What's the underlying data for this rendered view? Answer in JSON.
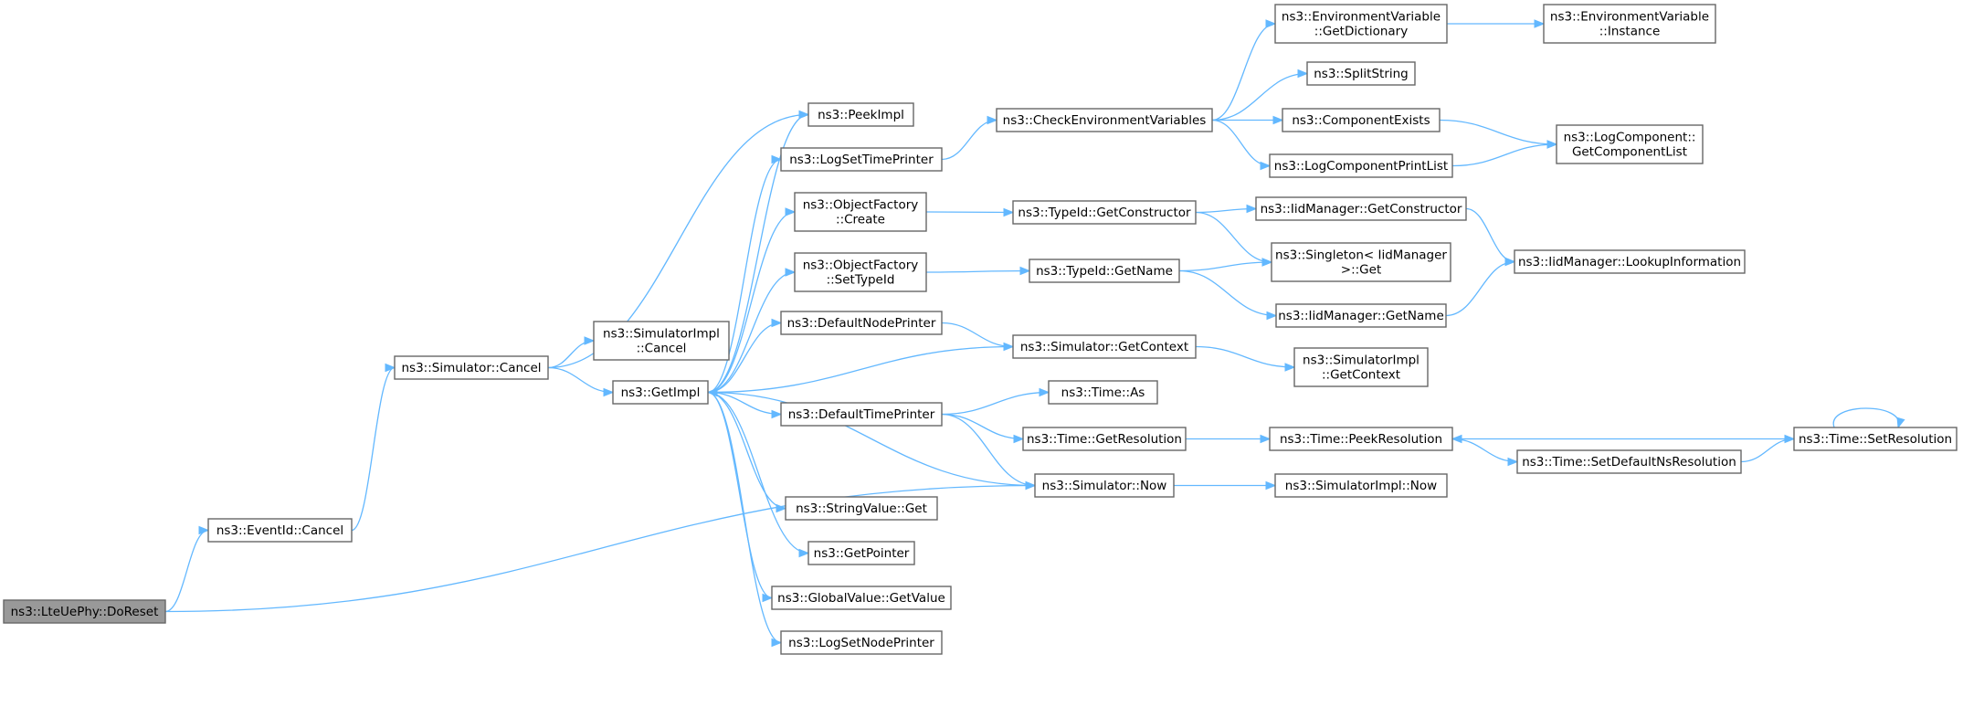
{
  "graph": {
    "nodes": [
      {
        "id": "doreset",
        "lines": [
          "ns3::LteUePhy::DoReset"
        ],
        "root": true
      },
      {
        "id": "eventid_cancel",
        "lines": [
          "ns3::EventId::Cancel"
        ]
      },
      {
        "id": "sim_cancel",
        "lines": [
          "ns3::Simulator::Cancel"
        ]
      },
      {
        "id": "simimpl_cancel",
        "lines": [
          "ns3::SimulatorImpl",
          "::Cancel"
        ]
      },
      {
        "id": "getimpl",
        "lines": [
          "ns3::GetImpl"
        ]
      },
      {
        "id": "peekimpl",
        "lines": [
          "ns3::PeekImpl"
        ]
      },
      {
        "id": "logsettimeprinter",
        "lines": [
          "ns3::LogSetTimePrinter"
        ]
      },
      {
        "id": "objfactory_create",
        "lines": [
          "ns3::ObjectFactory",
          "::Create"
        ]
      },
      {
        "id": "objfactory_settypeid",
        "lines": [
          "ns3::ObjectFactory",
          "::SetTypeId"
        ]
      },
      {
        "id": "defaultnodeprinter",
        "lines": [
          "ns3::DefaultNodePrinter"
        ]
      },
      {
        "id": "defaulttimeprinter",
        "lines": [
          "ns3::DefaultTimePrinter"
        ]
      },
      {
        "id": "stringvalue_get",
        "lines": [
          "ns3::StringValue::Get"
        ]
      },
      {
        "id": "getpointer",
        "lines": [
          "ns3::GetPointer"
        ]
      },
      {
        "id": "globalvalue_getvalue",
        "lines": [
          "ns3::GlobalValue::GetValue"
        ]
      },
      {
        "id": "logsetnodeprinter",
        "lines": [
          "ns3::LogSetNodePrinter"
        ]
      },
      {
        "id": "checkenv",
        "lines": [
          "ns3::CheckEnvironmentVariables"
        ]
      },
      {
        "id": "typeid_getconstructor",
        "lines": [
          "ns3::TypeId::GetConstructor"
        ]
      },
      {
        "id": "typeid_getname",
        "lines": [
          "ns3::TypeId::GetName"
        ]
      },
      {
        "id": "sim_getcontext",
        "lines": [
          "ns3::Simulator::GetContext"
        ]
      },
      {
        "id": "time_as",
        "lines": [
          "ns3::Time::As"
        ]
      },
      {
        "id": "time_getresolution",
        "lines": [
          "ns3::Time::GetResolution"
        ]
      },
      {
        "id": "sim_now",
        "lines": [
          "ns3::Simulator::Now"
        ]
      },
      {
        "id": "envvar_getdictionary",
        "lines": [
          "ns3::EnvironmentVariable",
          "::GetDictionary"
        ]
      },
      {
        "id": "splitstring",
        "lines": [
          "ns3::SplitString"
        ]
      },
      {
        "id": "componentexists",
        "lines": [
          "ns3::ComponentExists"
        ]
      },
      {
        "id": "logcomponentprintlist",
        "lines": [
          "ns3::LogComponentPrintList"
        ]
      },
      {
        "id": "iidmgr_getconstructor",
        "lines": [
          "ns3::IidManager::GetConstructor"
        ]
      },
      {
        "id": "singleton_get",
        "lines": [
          "ns3::Singleton< IidManager",
          ">::Get"
        ]
      },
      {
        "id": "iidmgr_getname",
        "lines": [
          "ns3::IidManager::GetName"
        ]
      },
      {
        "id": "simimpl_getcontext",
        "lines": [
          "ns3::SimulatorImpl",
          "::GetContext"
        ]
      },
      {
        "id": "time_peekresolution",
        "lines": [
          "ns3::Time::PeekResolution"
        ]
      },
      {
        "id": "simimpl_now",
        "lines": [
          "ns3::SimulatorImpl::Now"
        ]
      },
      {
        "id": "envvar_instance",
        "lines": [
          "ns3::EnvironmentVariable",
          "::Instance"
        ]
      },
      {
        "id": "logcomp_getcomponentlist",
        "lines": [
          "ns3::LogComponent::",
          "GetComponentList"
        ]
      },
      {
        "id": "iidmgr_lookupinformation",
        "lines": [
          "ns3::IidManager::LookupInformation"
        ]
      },
      {
        "id": "time_setdefaultnsresolution",
        "lines": [
          "ns3::Time::SetDefaultNsResolution"
        ]
      },
      {
        "id": "time_setresolution",
        "lines": [
          "ns3::Time::SetResolution"
        ]
      }
    ],
    "edges": [
      [
        "doreset",
        "eventid_cancel"
      ],
      [
        "doreset",
        "sim_now"
      ],
      [
        "eventid_cancel",
        "sim_cancel"
      ],
      [
        "sim_cancel",
        "peekimpl"
      ],
      [
        "sim_cancel",
        "simimpl_cancel"
      ],
      [
        "sim_cancel",
        "getimpl"
      ],
      [
        "getimpl",
        "peekimpl"
      ],
      [
        "getimpl",
        "logsettimeprinter"
      ],
      [
        "getimpl",
        "objfactory_create"
      ],
      [
        "getimpl",
        "objfactory_settypeid"
      ],
      [
        "getimpl",
        "defaultnodeprinter"
      ],
      [
        "getimpl",
        "defaulttimeprinter"
      ],
      [
        "getimpl",
        "stringvalue_get"
      ],
      [
        "getimpl",
        "getpointer"
      ],
      [
        "getimpl",
        "globalvalue_getvalue"
      ],
      [
        "getimpl",
        "logsetnodeprinter"
      ],
      [
        "logsettimeprinter",
        "checkenv"
      ],
      [
        "checkenv",
        "envvar_getdictionary"
      ],
      [
        "checkenv",
        "splitstring"
      ],
      [
        "checkenv",
        "componentexists"
      ],
      [
        "checkenv",
        "logcomponentprintlist"
      ],
      [
        "envvar_getdictionary",
        "envvar_instance"
      ],
      [
        "componentexists",
        "logcomp_getcomponentlist"
      ],
      [
        "logcomponentprintlist",
        "logcomp_getcomponentlist"
      ],
      [
        "objfactory_create",
        "typeid_getconstructor"
      ],
      [
        "typeid_getconstructor",
        "iidmgr_getconstructor"
      ],
      [
        "typeid_getconstructor",
        "singleton_get"
      ],
      [
        "iidmgr_getconstructor",
        "iidmgr_lookupinformation"
      ],
      [
        "objfactory_settypeid",
        "typeid_getname"
      ],
      [
        "typeid_getname",
        "singleton_get"
      ],
      [
        "typeid_getname",
        "iidmgr_getname"
      ],
      [
        "iidmgr_getname",
        "iidmgr_lookupinformation"
      ],
      [
        "defaultnodeprinter",
        "sim_getcontext"
      ],
      [
        "sim_getcontext",
        "getimpl"
      ],
      [
        "sim_getcontext",
        "simimpl_getcontext"
      ],
      [
        "defaulttimeprinter",
        "time_as"
      ],
      [
        "defaulttimeprinter",
        "time_getresolution"
      ],
      [
        "defaulttimeprinter",
        "sim_now"
      ],
      [
        "time_getresolution",
        "time_peekresolution"
      ],
      [
        "sim_now",
        "getimpl"
      ],
      [
        "sim_now",
        "simimpl_now"
      ],
      [
        "time_peekresolution",
        "time_setdefaultnsresolution"
      ],
      [
        "time_setdefaultnsresolution",
        "time_setresolution"
      ],
      [
        "time_setresolution",
        "time_peekresolution"
      ],
      [
        "time_setresolution",
        "time_setresolution"
      ]
    ],
    "colors": {
      "edge": "#63b8ff",
      "node_border": "#666666",
      "root_fill": "#999999",
      "node_fill": "#ffffff"
    }
  }
}
